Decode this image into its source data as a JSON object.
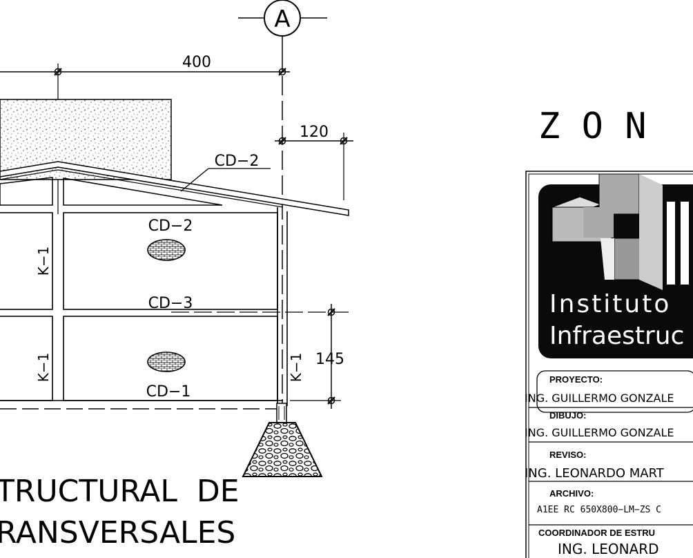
{
  "grid_axis": {
    "label": "A"
  },
  "dimensions": {
    "d400": "400",
    "d120": "120",
    "d145": "145"
  },
  "elements": {
    "cd2_roof": "CD−2",
    "cd2_upper": "CD−2",
    "cd3": "CD−3",
    "cd1": "CD−1",
    "k1_a": "K−1",
    "k1_b": "K−1",
    "k1_c": "K−1"
  },
  "drawing_title": {
    "line1": "TRUCTURAL  DE",
    "line2": "RANSVERSALES"
  },
  "zone_heading": "Z O N",
  "title_block": {
    "logo_line1": "Instituto",
    "logo_line2": "Infraestruc",
    "fields": [
      {
        "label": "PROYECTO:",
        "value": "ING. GUILLERMO GONZALE"
      },
      {
        "label": "DIBUJO:",
        "value": "ING. GUILLERMO GONZALE"
      },
      {
        "label": "REVISO:",
        "value": "ING. LEONARDO MART"
      },
      {
        "label": "ARCHIVO:",
        "value": "A1EE RC 650X800−LM−ZS C"
      },
      {
        "label": "COORDINADOR DE ESTRU",
        "value": "ING. LEONARD"
      }
    ]
  },
  "colors": {
    "ink": "#000000",
    "logo_bg": "#0a0a0a",
    "logo_text": "#ffffff",
    "panel": "#ffffff",
    "frame": "#e6e6e6"
  }
}
